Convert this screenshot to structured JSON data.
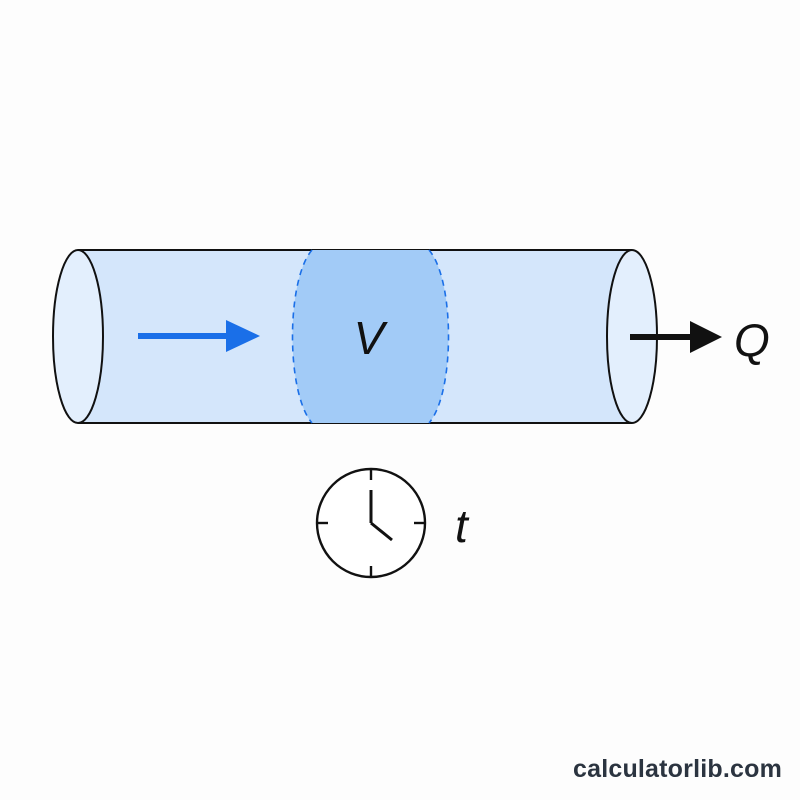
{
  "diagram": {
    "volume_label": "V",
    "flow_rate_label": "Q",
    "time_label": "t",
    "icons": {
      "inflow": "arrow-right-icon",
      "outflow": "arrow-right-icon",
      "time": "clock-icon"
    },
    "colors": {
      "pipe_fill": "#d4e6fb",
      "volume_fill": "#a2cbf7",
      "inflow_arrow": "#1a6fe8",
      "outline": "#111111"
    }
  },
  "watermark": {
    "text": "calculatorlib.com"
  }
}
